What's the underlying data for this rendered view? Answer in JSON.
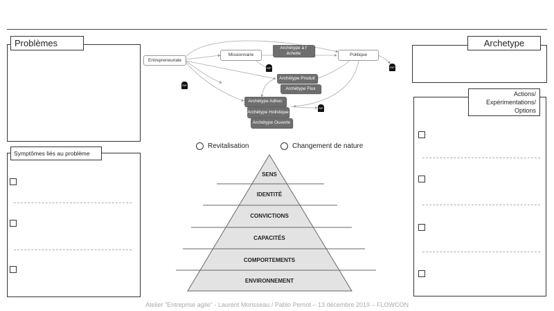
{
  "left": {
    "problems_title": "Problèmes",
    "symptoms_title": "Symptômes liés au problème"
  },
  "right": {
    "archetype_title": "Archetype",
    "actions_title": "Actions/ Expérimentations/ Options"
  },
  "diagram": {
    "nodes": {
      "entrepreneuriale": "Entrepreneuriale",
      "missionnaire": "Missionnaire",
      "echelle": "Archétype à l' échelle",
      "politique": "Politique",
      "produit": "Archétype Produit",
      "flux": "Archétype Flux",
      "adhoc": "Archétype Adhoc",
      "holistique": "Archétype Holistique",
      "ouverte": "Archétype Ouverte"
    },
    "rip_label": "RIP"
  },
  "options": {
    "revitalisation": "Revitalisation",
    "changement": "Changement de nature"
  },
  "pyramid": {
    "levels": [
      "SENS",
      "IDENTITÉ",
      "CONVICTIONS",
      "CAPACITÉS",
      "COMPORTEMENTS",
      "ENVIRONNEMENT"
    ],
    "fill": "#e3e3e3"
  },
  "footer": "Atelier \"Entreprise agile\" - Laurent Morisseau / Pablo Pernot – 13 décembre 2019 – FLOWCON"
}
